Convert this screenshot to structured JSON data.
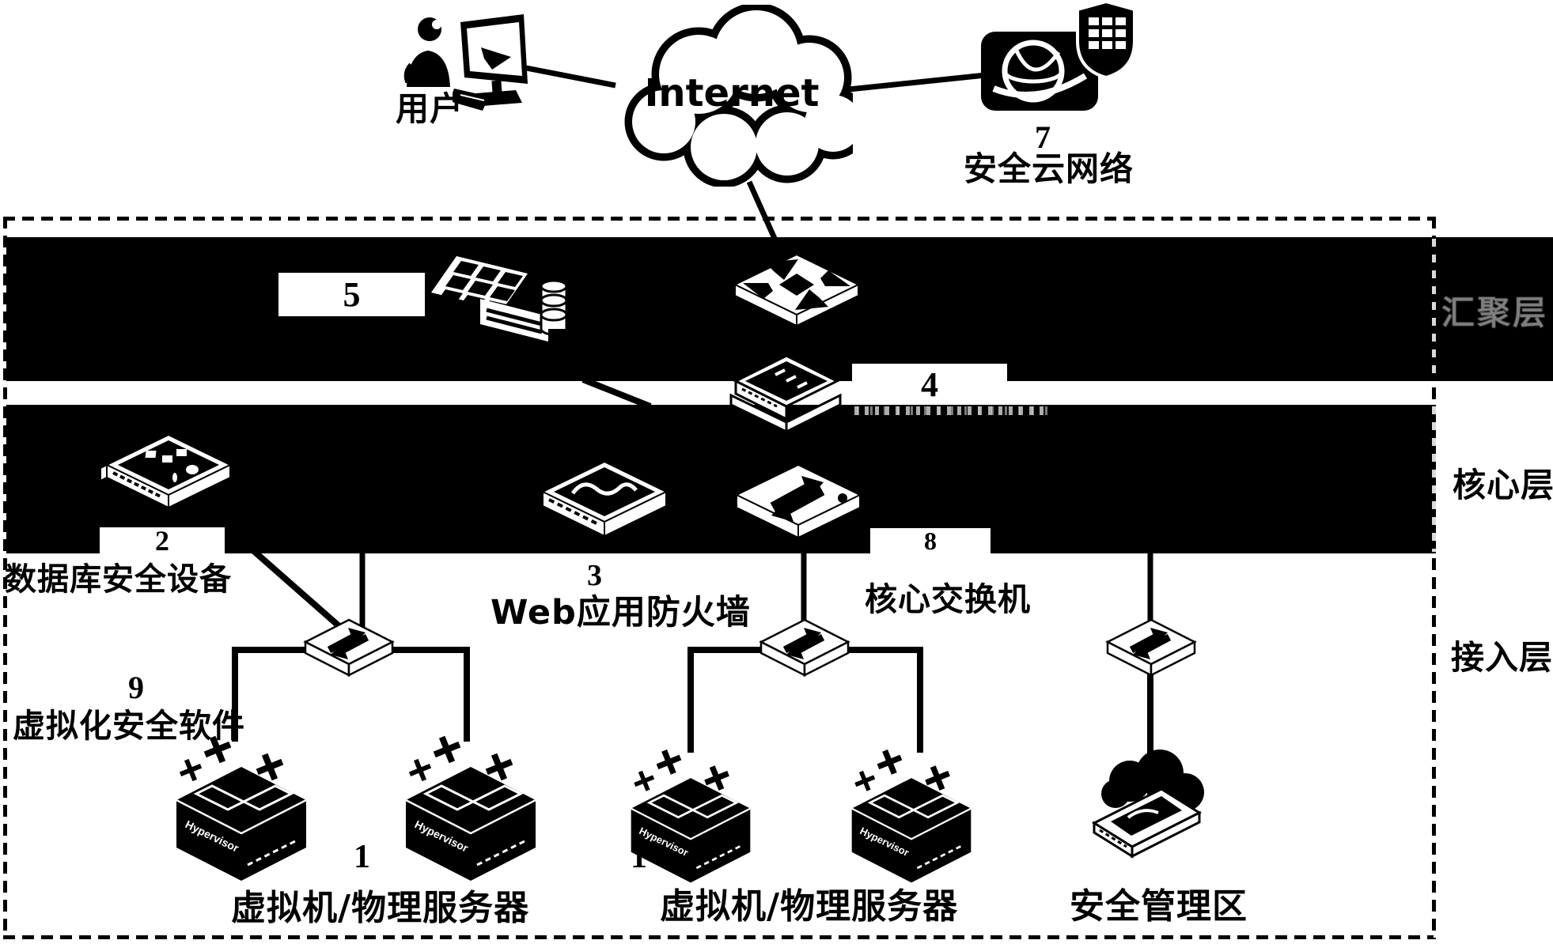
{
  "top": {
    "user_label": "用户",
    "internet_label": "Internet",
    "security_cloud_number": "7",
    "security_cloud_label": "安全云网络"
  },
  "layers": {
    "aggregation_label": "汇聚层",
    "core_label": "核心层",
    "access_label": "接入层"
  },
  "labels": {
    "n5": "5",
    "n4": "4",
    "n2": "2",
    "db_device": "数据库安全设备",
    "n3": "3",
    "waf": "Web应用防火墙",
    "n8": "8",
    "core_switch": "核心交换机",
    "n9": "9",
    "virt_software": "虚拟化安全软件",
    "n1a": "1",
    "servers_a": "虚拟机/物理服务器",
    "n1b": "1",
    "servers_b": "虚拟机/物理服务器",
    "mgmt_zone": "安全管理区",
    "hypervisor": "Hypervisor"
  },
  "colors": {
    "ink": "#000000",
    "paper": "#ffffff"
  }
}
